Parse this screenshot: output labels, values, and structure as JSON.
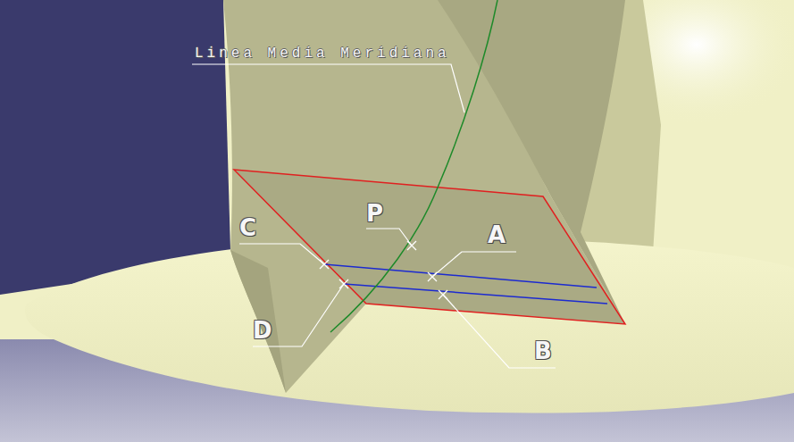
{
  "diagram": {
    "labels": [
      "Linea Media Meridiana",
      "P",
      "C",
      "A",
      "D",
      "B"
    ]
  }
}
